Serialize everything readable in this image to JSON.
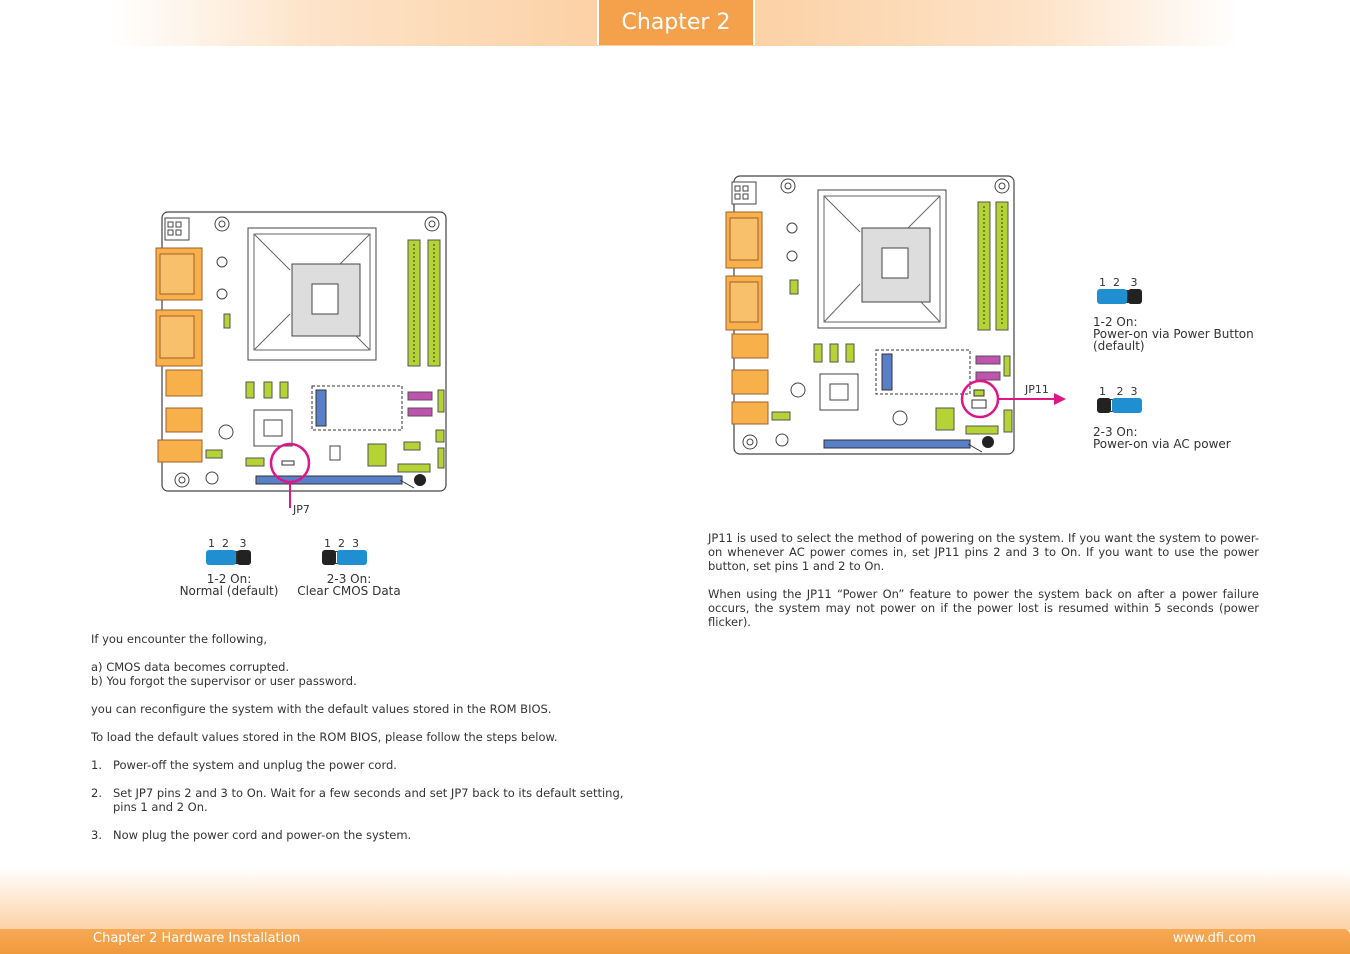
{
  "header": {
    "chapter_tab": "Chapter 2"
  },
  "left": {
    "jumper_callout": "JP7",
    "jumpers": [
      {
        "pins": "1  2   3",
        "line1": "1-2 On:",
        "line2": "Normal (default)"
      },
      {
        "pins": "1  2  3",
        "line1": "2-3 On:",
        "line2": "Clear CMOS Data"
      }
    ],
    "intro": "If you encounter the following,",
    "list_items": [
      "a)   CMOS data becomes corrupted.",
      "b)   You forgot the supervisor or user password."
    ],
    "para1": "you can reconfigure the system with the default values stored in the ROM BIOS.",
    "para2": "To load the default values stored in the ROM BIOS, please follow the steps below.",
    "steps": [
      {
        "num": "1.",
        "text": "Power-off the system and unplug the power cord."
      },
      {
        "num": "2.",
        "text": "Set JP7 pins 2 and 3 to On. Wait for a few seconds and set JP7 back to its default setting,",
        "text2": "pins 1 and 2 On."
      },
      {
        "num": "3.",
        "text": "Now plug the power cord and power-on the system."
      }
    ]
  },
  "right": {
    "jumper_callout": "JP11",
    "jumpers": [
      {
        "pins": "1  2   3",
        "line1": "1-2 On:",
        "line2": "Power-on via Power Button",
        "line3": "(default)"
      },
      {
        "pins": "1   2  3",
        "line1": "2-3 On:",
        "line2": "Power-on via AC power"
      }
    ],
    "para1": "JP11 is used to select the method of powering on the system. If you want the system to power-on whenever AC power comes in, set JP11 pins 2 and 3 to On. If you want to use the power button, set pins 1 and 2 to On.",
    "para2": "When using the JP11 “Power On” feature to power the system back on after a power failure occurs, the system may not power on if the power lost is resumed within 5 seconds (power flicker)."
  },
  "footer": {
    "left": "Chapter 2 Hardware Installation",
    "right": "www.dfi.com"
  },
  "colors": {
    "accent_orange": "#f5a04a",
    "jumper_blue": "#1f8fd1",
    "callout_magenta": "#e0158a",
    "dimm_green": "#b5d334"
  }
}
